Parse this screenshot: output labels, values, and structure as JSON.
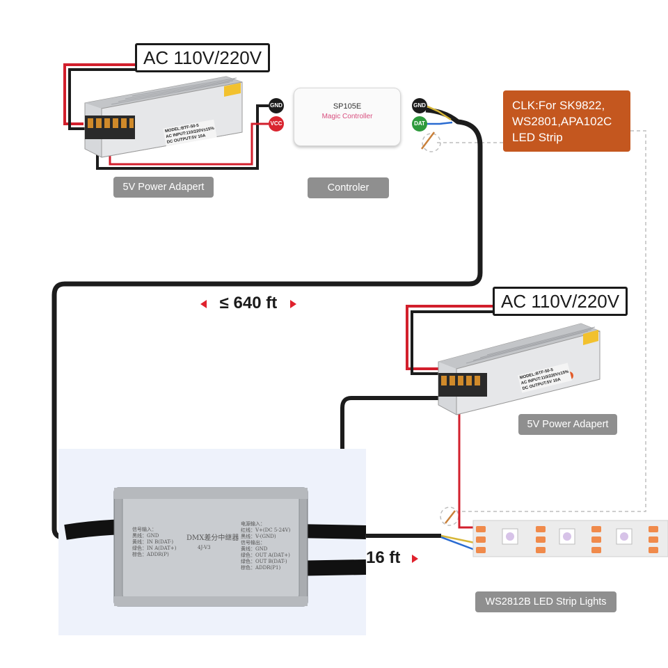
{
  "labels": {
    "ac_top": "AC 110V/220V",
    "ac_mid": "AC 110V/220V",
    "psu_top": "5V Power Adapert",
    "psu_mid": "5V Power Adapert",
    "controller": "Controler",
    "strip": "WS2812B LED Strip Lights",
    "clk_line1": "CLK:For SK9822,",
    "clk_line2": "WS2801,APA102C",
    "clk_line3": "LED Strip",
    "dist_long": "≤ 640 ft",
    "dist_short": "16 ft"
  },
  "controller_device": {
    "model": "SP105E",
    "name": "Magic Controller"
  },
  "pins": {
    "gnd": "GND",
    "vcc": "VCC",
    "dat": "DAT"
  },
  "psu_plate": {
    "model": "MODEL:BTF-50-5",
    "input": "AC INPUT:110/220V±15%",
    "output": "DC OUTPUT:5V 10A"
  },
  "dmx_device": {
    "title": "DMX差分中继器",
    "subtitle": "4J-V3",
    "left_lines": "信号输入：\n黑线：GND\n黄线：IN B(DAT-)\n绿色：IN A(DAT+)\n棕色：ADDR(P)",
    "right_lines": "电源输入：\n红线：V+(DC 5-24V)\n黑线：V-(GND)\n信号输出：\n黄线：GND\n绿色：OUT A(DAT+)\n绿色：OUT B(DAT-)\n棕色：ADDR(P1)"
  },
  "colors": {
    "wire_black": "#1c1c1c",
    "wire_red": "#d21f2c",
    "label_grey": "#8f8f8f",
    "clk_box": "#c4571f",
    "arrow_red": "#e0212d",
    "dat_green": "#2e9a3c",
    "vcc_red": "#d9252f"
  }
}
